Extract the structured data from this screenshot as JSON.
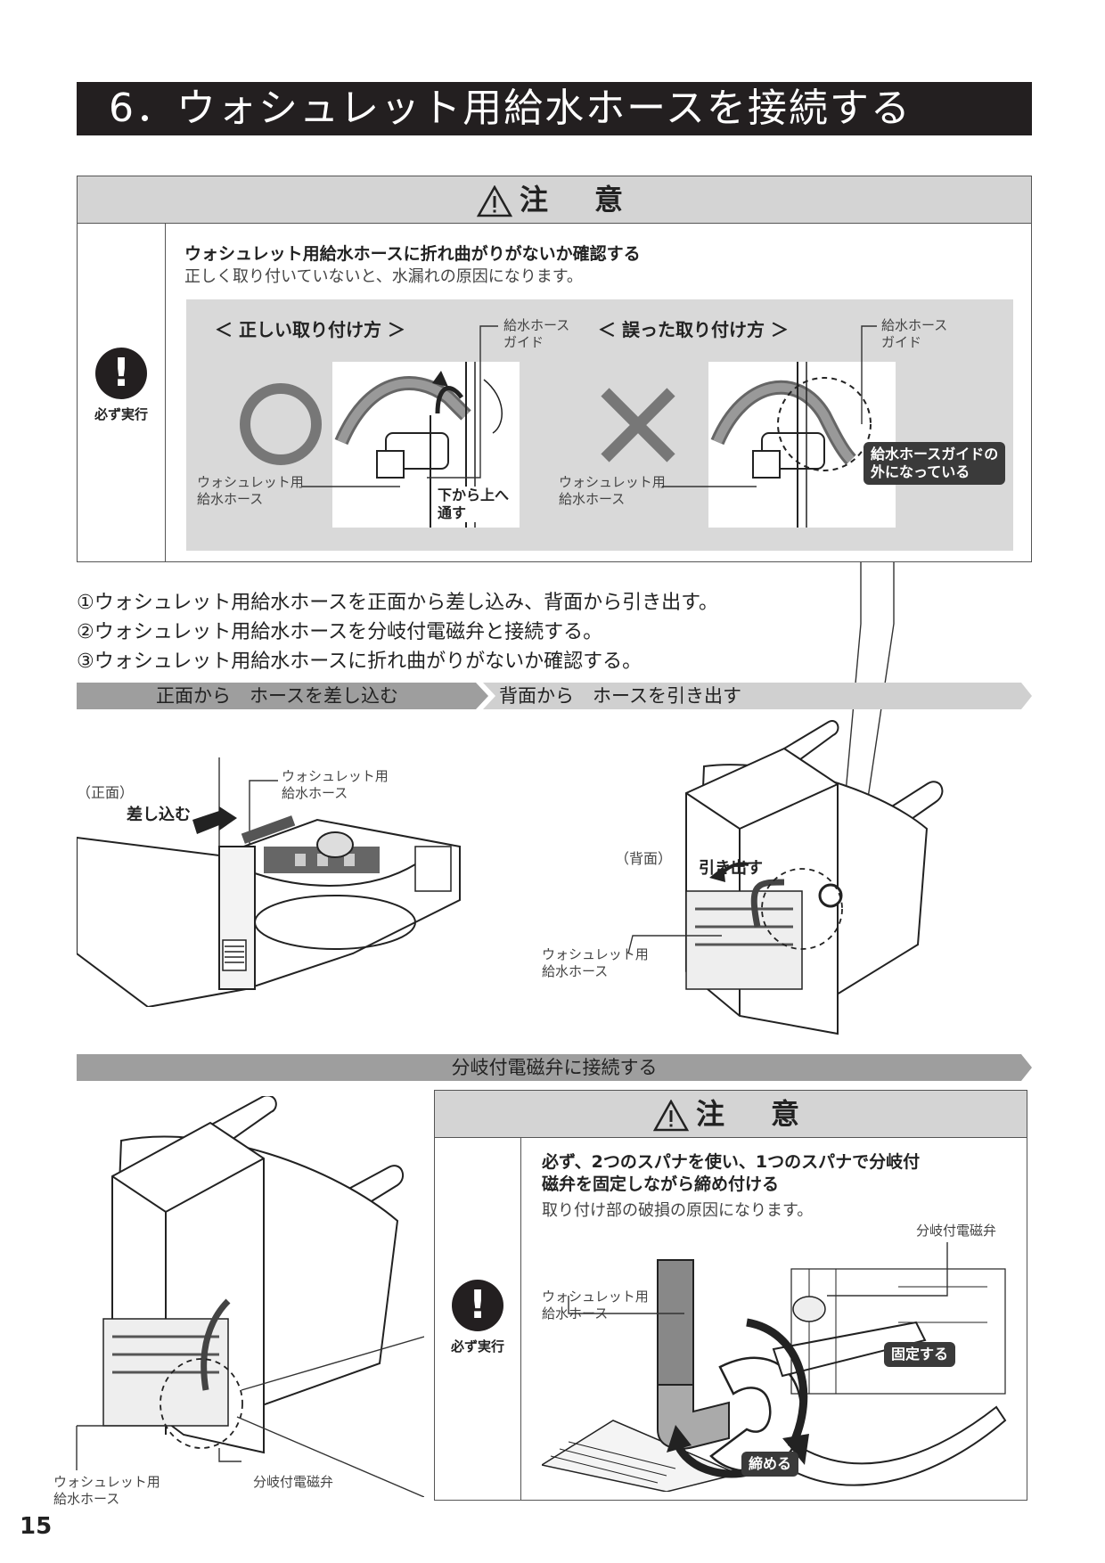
{
  "title": "6．ウォシュレット用給水ホースを接続する",
  "caution1": {
    "header": "注　意",
    "mandatory_label": "必ず実行",
    "heading": "ウォシュレット用給水ホースに折れ曲がりがないか確認する",
    "subtext": "正しく取り付いていないと、水漏れの原因になります。",
    "correct_title": "＜ 正しい取り付け方 ＞",
    "wrong_title": "＜ 誤った取り付け方 ＞",
    "guide_label_1": "給水ホース\nガイド",
    "guide_label_2": "給水ホース\nガイド",
    "hose_label_1": "ウォシュレット用\n給水ホース",
    "hose_label_2": "ウォシュレット用\n給水ホース",
    "bottom_up": "下から上へ\n通す",
    "outside_guide": "給水ホースガイドの\n外になっている"
  },
  "steps": [
    "①ウォシュレット用給水ホースを正面から差し込み、背面から引き出す。",
    "②ウォシュレット用給水ホースを分岐付電磁弁と接続する。",
    "③ウォシュレット用給水ホースに折れ曲がりがないか確認する。"
  ],
  "bar1_left": "正面から　ホースを差し込む",
  "bar1_right": "背面から　ホースを引き出す",
  "front": {
    "side": "（正面）",
    "insert": "差し込む",
    "hose": "ウォシュレット用\n給水ホース"
  },
  "back": {
    "side": "（背面）",
    "pull": "引き出す",
    "hose": "ウォシュレット用\n給水ホース"
  },
  "bar2": "分岐付電磁弁に接続する",
  "bottom_left": {
    "hose": "ウォシュレット用\n給水ホース",
    "valve": "分岐付電磁弁"
  },
  "caution2": {
    "header": "注　意",
    "mandatory_label": "必ず実行",
    "heading": "必ず、2つのスパナを使い、1つのスパナで分岐付\n磁弁を固定しながら締め付ける",
    "subtext": "取り付け部の破損の原因になります。",
    "valve": "分岐付電磁弁",
    "hose": "ウォシュレット用\n給水ホース",
    "fix": "固定する",
    "tighten": "締める"
  },
  "page_number": "15"
}
